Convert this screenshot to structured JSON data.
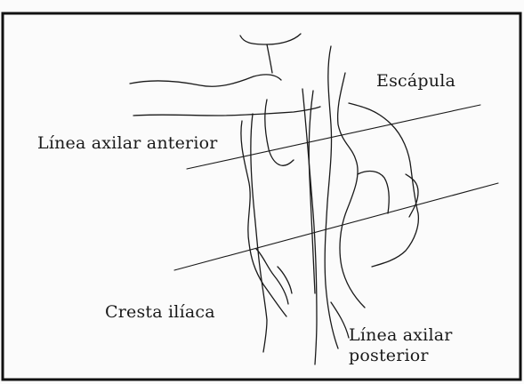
{
  "labels": {
    "escapula": "Escápula",
    "linea_axilar_anterior": "Línea axilar anterior",
    "cresta_iliaca": "Cresta ilíaca",
    "linea_axilar_posterior_1": "Línea axilar",
    "linea_axilar_posterior_2": "posterior"
  },
  "colors": {
    "ink": "#1a1a1a",
    "background": "#fbfbfb",
    "border": "#111111"
  }
}
